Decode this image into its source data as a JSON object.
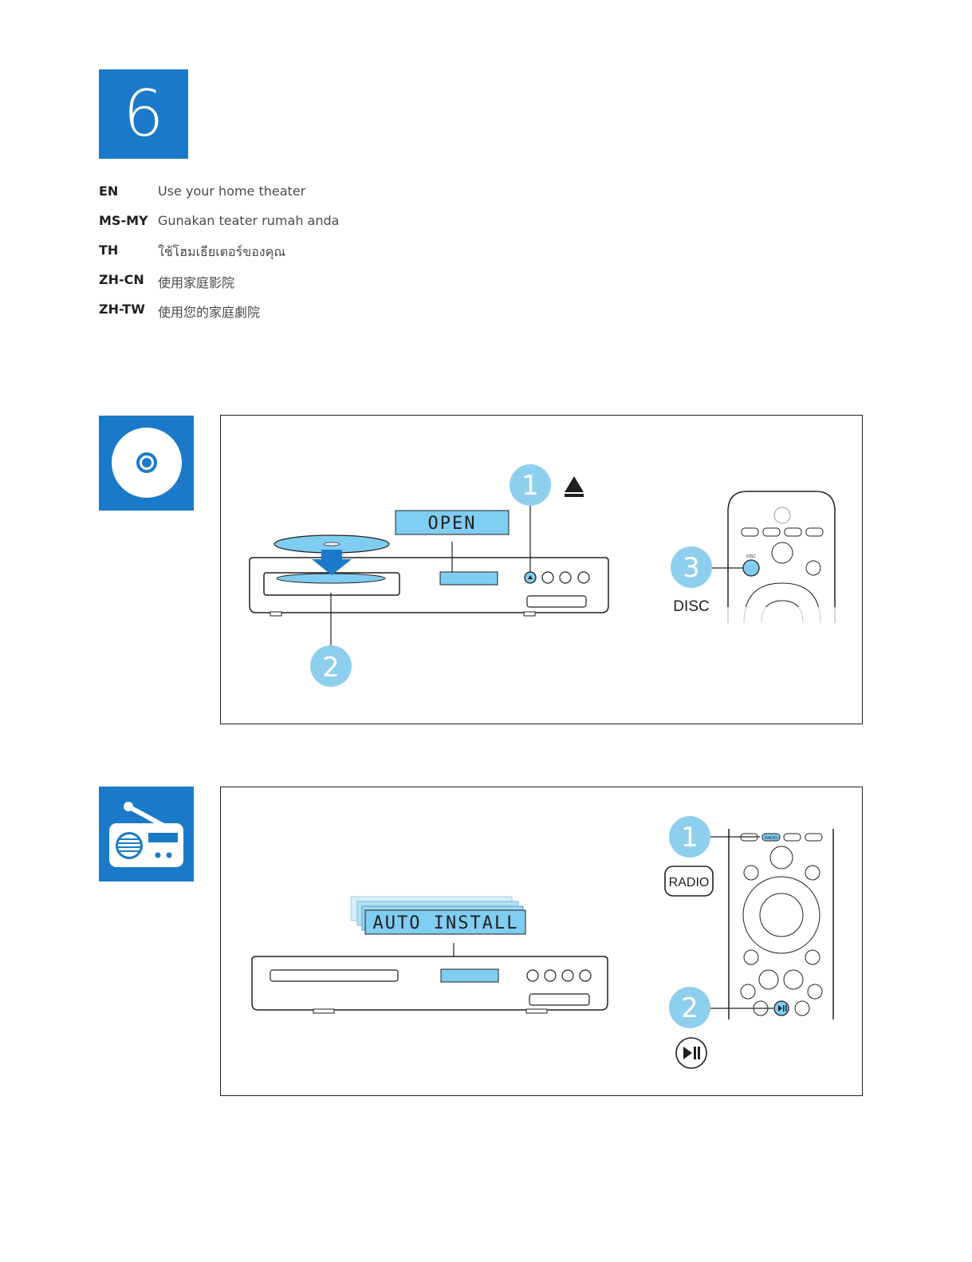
{
  "step_number": "6",
  "languages": [
    {
      "code": "EN",
      "text": "Use your home theater"
    },
    {
      "code": "MS-MY",
      "text": "Gunakan teater rumah anda"
    },
    {
      "code": "TH",
      "text": "ใช้โฮมเธียเตอร์ของคุณ"
    },
    {
      "code": "ZH-CN",
      "text": "使用家庭影院"
    },
    {
      "code": "ZH-TW",
      "text": "使用您的家庭劇院"
    }
  ],
  "disc_panel": {
    "display_text": "OPEN",
    "callout_1": "1",
    "callout_2": "2",
    "callout_3": "3",
    "remote_label": "DISC",
    "remote_key_label": "DISC"
  },
  "radio_panel": {
    "display_text": "AUTO INSTALL",
    "callout_1": "1",
    "callout_2": "2",
    "remote_label": "RADIO",
    "remote_key_label": "RADIO"
  },
  "colors": {
    "brand_blue": "#1a7ac9",
    "callout_blue": "#8ecfee",
    "display_blue": "#7fcdf0"
  }
}
